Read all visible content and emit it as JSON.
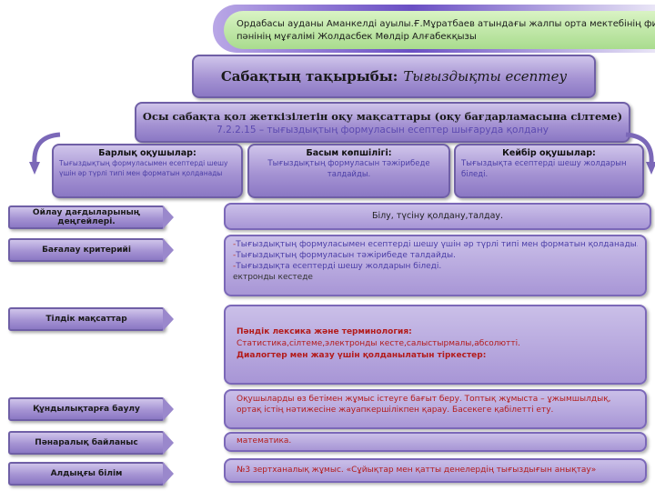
{
  "header": {
    "line1": "Ордабасы ауданы Аманкелді ауылы.Ғ.Мұратбаев атындағы жалпы орта мектебінің физика",
    "line2": "пәнінің мұғалімі  Жолдасбек Мөлдір Алғабекқызы"
  },
  "topic": {
    "label": "Сабақтың тақырыбы:",
    "value": "Тығыздықты есептеу"
  },
  "goals": {
    "title": "Осы сабақта қол жеткізілетін оқу мақсаттары (оқу бағдарламасына сілтеме)",
    "ref": "7.2.2.15 – тығыздықтың формуласын есептер шығаруда қолдану"
  },
  "groups": [
    {
      "title": "Барлық оқушылар:",
      "text": "Тығыздықтың формуласымен есептерді шешу үшін әр түрлі типі мен форматын қолданады"
    },
    {
      "title": "Басым көпшілігі:",
      "text": "Тығыздықтың формуласын тәжірибеде талдайды."
    },
    {
      "title": "Кейбір оқушылар:",
      "text": "Тығыздықта есептерді шешу жолдарын  біледі."
    }
  ],
  "rows": {
    "thinking": {
      "label": "Ойлау дағдыларының деңгейлері.",
      "value": "Білу, түсіну қолдану,талдау."
    },
    "criteria": {
      "label": "Бағалау критерийі",
      "lines": [
        "Тығыздықтың формуласымен есептерді шешу үшін әр түрлі типі мен форматын қолданады.",
        "Тығыздықтың формуласын тәжірибеде талдайды.",
        "Тығыздықта  есептерді шешу жолдарын  біледі."
      ],
      "extra": "ектронды кестеде"
    },
    "language": {
      "label": "Тілдік мақсаттар",
      "h1": "Пәндік лексика және терминология:",
      "terms": "Статистика,сілтеме,электронды кесте,салыстырмалы,абсолютті.",
      "h2": "Диалогтер мен жазу үшін қолданылатын тіркестер:"
    },
    "values": {
      "label": "Құндылықтарға баулу",
      "value": " Оқушыларды өз бетімен жұмыс істеуге бағыт беру. Топтық жұмыста – ұжымшылдық, ортақ істің нәтижесіне жауапкершілікпен қарау.  Басекеге қабілетті ету."
    },
    "cross": {
      "label": "Пәнаралық байланыс",
      "value": "математика."
    },
    "prior": {
      "label": "Алдыңғы білім",
      "value": "№3 зертханалық  жұмыс. «Сұйықтар мен қатты денелердің тығыздығын анықтау»"
    }
  },
  "colors": {
    "plaque": "#a593d3",
    "label_bg": "#9a88cc",
    "accent_red": "#b31b1b",
    "accent_blue": "#4a3da6"
  }
}
